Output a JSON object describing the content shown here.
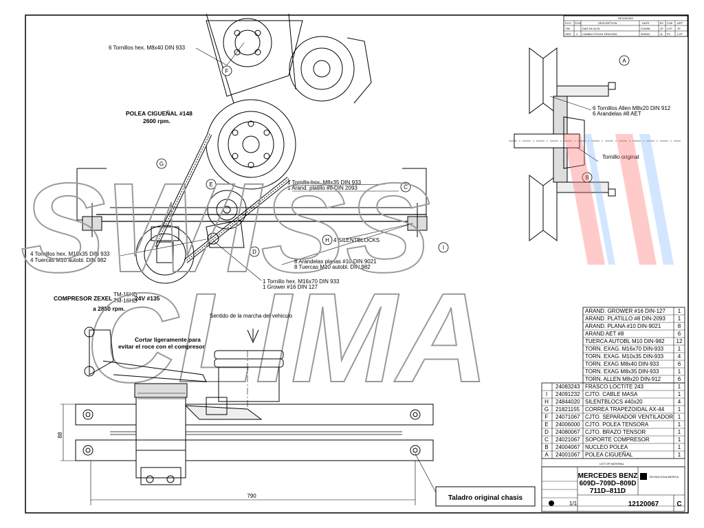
{
  "revisions": {
    "title": "REVISIONS",
    "headers": [
      "ECO",
      "SYM",
      "DESCRIPTION",
      "DATE",
      "BY",
      "CHK",
      "APP"
    ],
    "rows": [
      [
        "798",
        "",
        "DAR DE ALTA",
        "21/5/98",
        "JP",
        "LCP",
        "JP"
      ],
      [
        "2897",
        "C",
        "CAMBIO POLEA TENSORA",
        "30/6/03",
        "JL",
        "PV",
        "LCP"
      ]
    ]
  },
  "callouts": {
    "tornillos_m8x40": "6 Tornillos hex. M8x40 DIN 933",
    "polea_line1": "POLEA CIGUEÑAL #148",
    "polea_line2": "2600 rpm.",
    "tornillo_m8x35_1": "1 Tornillo hex. M8x35 DIN 933",
    "tornillo_m8x35_2": "1 Arand. platillo #8 DIN 2093",
    "tornillos_m10x35_1": "4 Tornillos hex. M10x35 DIN 933",
    "tornillos_m10x35_2": "4 Tuercas M10 autobl. DIN 982",
    "silentblocks": "4 SILENTBLOCKS",
    "arandelas_1": "8 Arandelas planas #10 DIN 9021",
    "arandelas_2": "8 Tuercas M10 autobl. DIN 982",
    "tornillo_m16_1": "1 Tornillo hex. M16x70 DIN 933",
    "tornillo_m16_2": "1 Grower #16 DIN 127",
    "compresor_label": "COMPRESOR ZEXEL",
    "compresor_model1": "TM-15HD",
    "compresor_model2": "TM-16HD",
    "compresor_volt": "24V #135",
    "compresor_rpm": "a 2850 rpm.",
    "allen_1": "6 Tornillos Allen M8x20 DIN 912",
    "allen_2": "6 Arandelas #8 AET",
    "tornillo_original": "Tornillo original",
    "sentido": "Sentido de la marcha del vehiculo",
    "cortar_1": "Cortar ligeramente para",
    "cortar_2": "evitar el roce con el compresor",
    "dim_88": "88",
    "dim_790": "790",
    "taladro": "Taladro original chasis"
  },
  "letters": [
    "A",
    "B",
    "C",
    "D",
    "E",
    "F",
    "G",
    "H",
    "I"
  ],
  "watermark": {
    "line1": "SWISS",
    "line2": "CLIMA"
  },
  "parts_upper": [
    [
      "ARAND. GROWER #16 DIN-127",
      "1"
    ],
    [
      "ARAND. PLATILLO #8 DIN-2093",
      "1"
    ],
    [
      "ARAND. PLANA #10 DIN-9021",
      "8"
    ],
    [
      "ARAND AET #8",
      "6"
    ],
    [
      "TUERCA AUTOBL M10 DIN-982",
      "12"
    ],
    [
      "TORN. EXAG. M16x70 DIN-933",
      "1"
    ],
    [
      "TORN. EXAG. M10x35 DIN-933",
      "4"
    ],
    [
      "TORN. EXAG M8x40 DIN-933",
      "6"
    ],
    [
      "TORN. EXAG M8x35 DIN-933",
      "1"
    ],
    [
      "TORN. ALLEN M8x20 DIN-912",
      "6"
    ]
  ],
  "parts_lower": [
    [
      "",
      "24083243",
      "FRASCO LOCTITE 243",
      "1"
    ],
    [
      "I",
      "24091232",
      "CJTO. CABLE MASA",
      "1"
    ],
    [
      "H",
      "24844020",
      "SILENTBLOCS #40x20",
      "4"
    ],
    [
      "G",
      "21821155",
      "CORREA TRAPEZOIDAL AX-44",
      "1"
    ],
    [
      "F",
      "24071067",
      "CJTO. SEPARADOR VENTILADOR",
      "1"
    ],
    [
      "E",
      "24006000",
      "CJTO. POLEA TENSORA",
      "1"
    ],
    [
      "D",
      "24080067",
      "CJTO. BRAZO TENSOR",
      "1"
    ],
    [
      "C",
      "24021067",
      "SOPORTE COMPRESOR",
      "1"
    ],
    [
      "B",
      "24004067",
      "NUCLEO POLEA",
      "1"
    ],
    [
      "A",
      "24001067",
      "POLEA CIGUEÑAL",
      "1"
    ]
  ],
  "list_title": "LIST OF MATERIAL",
  "title_block": {
    "line1": "MERCEDES BENZ",
    "line2": "609D–709D–809D",
    "line3": "711D–811D",
    "drawing_no": "12120067",
    "rev": "C",
    "scale": "1/1",
    "company": "TECNOLOGIA IBERICA"
  }
}
